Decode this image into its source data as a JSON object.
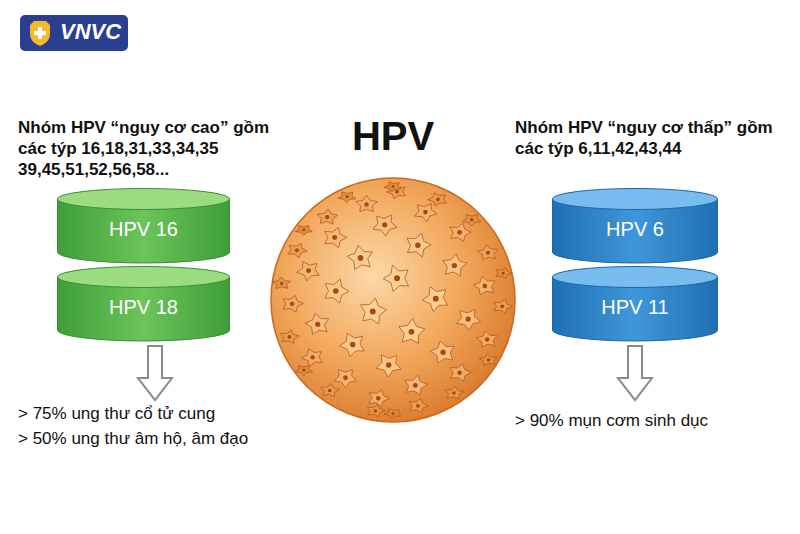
{
  "diagram": {
    "title": "HPV",
    "nodes": [
      {
        "text": [
          "HPV 16"
        ]
      },
      {
        "text": [
          "HPV 18"
        ]
      },
      {
        "text": [
          "HPV 6"
        ]
      },
      {
        "text": [
          "HPV 11"
        ]
      }
    ],
    "labels": [
      "VNVC",
      "Nhóm HPV “nguy cơ cao” gồm các týp 16,18,31,33,34,35 39,45,51,52,56,58...",
      "> 75% ung thư cổ tử cung",
      "> 50% ung thư âm hộ, âm đạo",
      "Nhóm HPV “nguy cơ thấp” gồm các týp 6,11,42,43,44",
      "> 90% mụn cơm sinh dục"
    ]
  }
}
